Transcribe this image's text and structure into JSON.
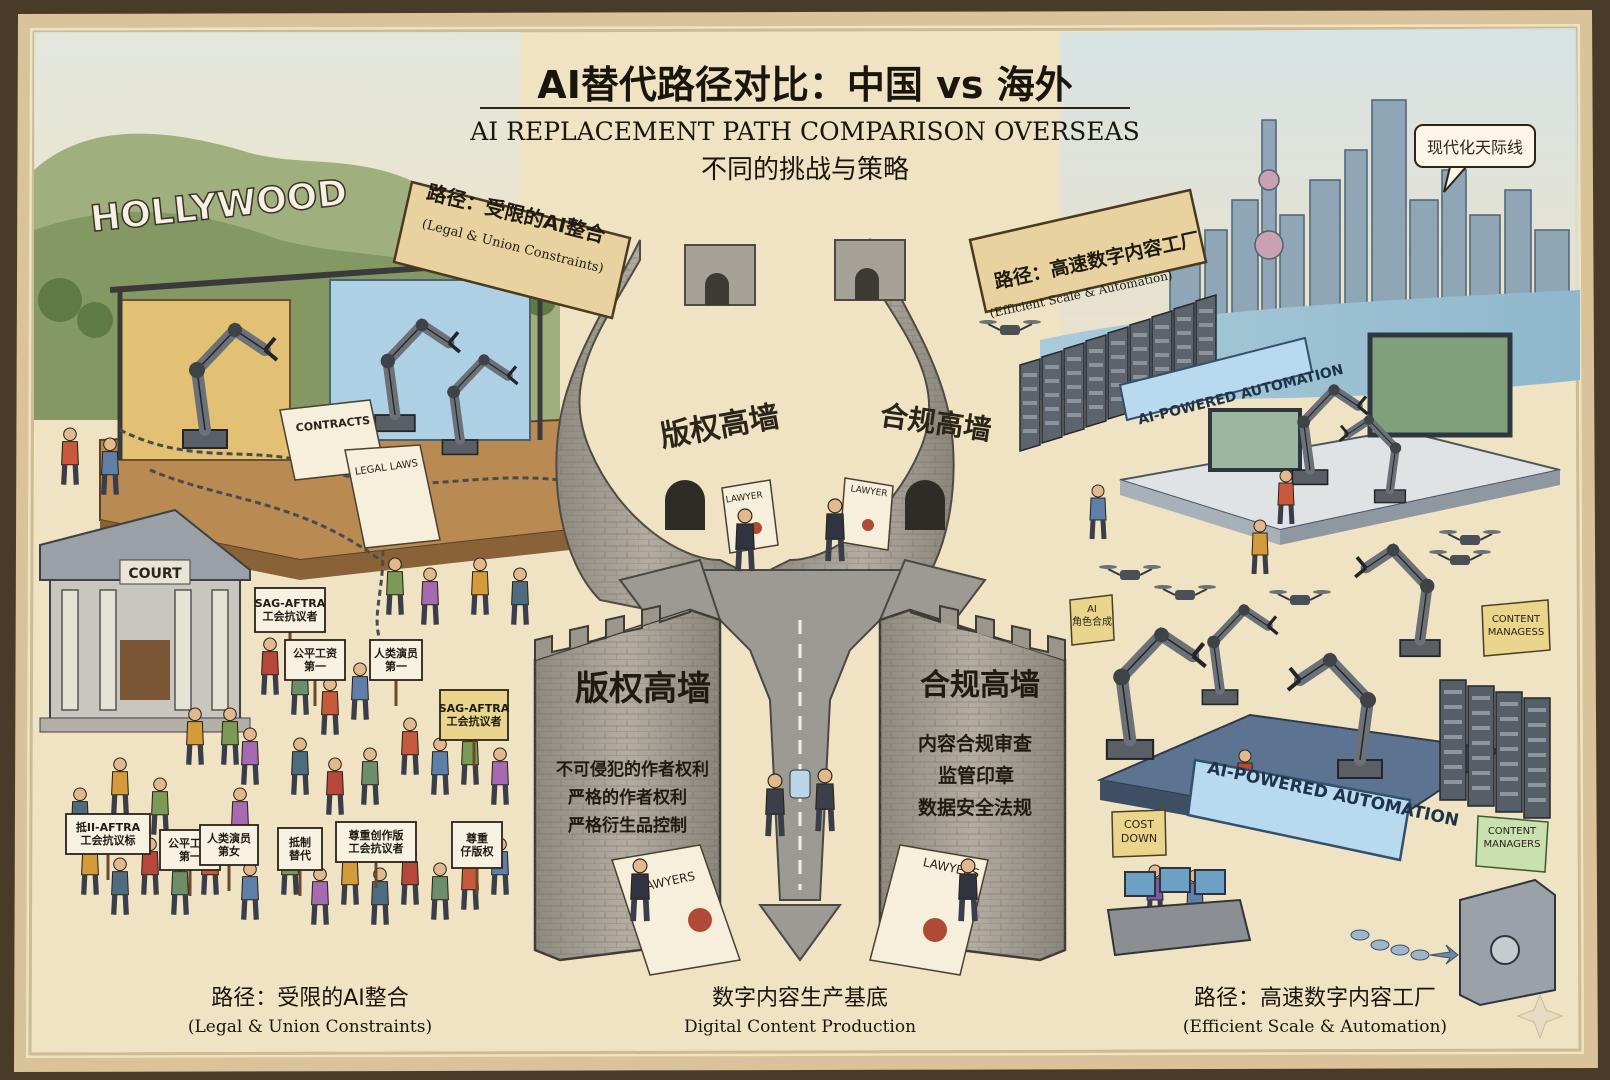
{
  "title": {
    "main": "AI替代路径对比：中国 vs 海外",
    "english": "AI REPLACEMENT PATH COMPARISON OVERSEAS",
    "sub": "不同的挑战与策略"
  },
  "left_region": {
    "hollywood_sign": "HOLLYWOOD",
    "path_banner": {
      "title": "路径：受限的AI整合",
      "subtitle": "(Legal & Union Constraints)"
    },
    "contracts_label": "CONTRACTS",
    "legal_label": "LEGAL LAWS",
    "court_label": "COURT",
    "protest_signs": [
      "SAG-AFTRA\n工会抗议者",
      "公平工资\n第一",
      "人类演员\n第一",
      "SAG-AFTRA\n工会抗议者",
      "抵II-AFTRA\n工会抗议标",
      "公平工资\n第一",
      "人类演员\n第女",
      "抵制\n替代",
      "尊重创作版\n工会抗议者",
      "尊重\n仔版权"
    ],
    "bottom_caption": {
      "title": "路径：受限的AI整合",
      "subtitle": "(Legal & Union Constraints)"
    }
  },
  "center_region": {
    "left_wall_top": "版权高墙",
    "right_wall_top": "合规高墙",
    "left_wall_front": {
      "title": "版权高墙",
      "lines": [
        "不可侵犯的作者权利",
        "严格的作者权利",
        "严格衍生品控制"
      ]
    },
    "right_wall_front": {
      "title": "合规高墙",
      "lines": [
        "内容合规审查",
        "监管印章",
        "数据安全法规"
      ]
    },
    "lawyer_scroll_labels": [
      "LAWYER",
      "LAWYER",
      "LAWYERS",
      "LAWYERS"
    ],
    "bottom_caption": {
      "title": "数字内容生产基底",
      "subtitle": "Digital Content Production"
    }
  },
  "right_region": {
    "skyline_bubble": "现代化天际线",
    "path_banner": {
      "title": "路径：高速数字内容工厂",
      "subtitle": "(Efficient Scale & Automation)"
    },
    "automation_banner_top": "AI-POWERED AUTOMATION",
    "automation_banner_bottom": "AI-POWERED AUTOMATION",
    "ai_sign": "AI\n角色合成",
    "content_sign_1": "CONTENT\nMANAGESS",
    "content_sign_2": "CONTENT\nMANAGERS",
    "cost_sign": "COST\nDOWN",
    "bottom_caption": {
      "title": "路径：高速数字内容工厂",
      "subtitle": "(Efficient Scale & Automation)"
    }
  },
  "colors": {
    "parchment": "#efe3c4",
    "parchment_dark": "#d9c39a",
    "ink": "#2b2418",
    "wall_stone": "#a9a49a",
    "banner_blue": "#b9d9ee",
    "sky": "#cfe0e6"
  }
}
